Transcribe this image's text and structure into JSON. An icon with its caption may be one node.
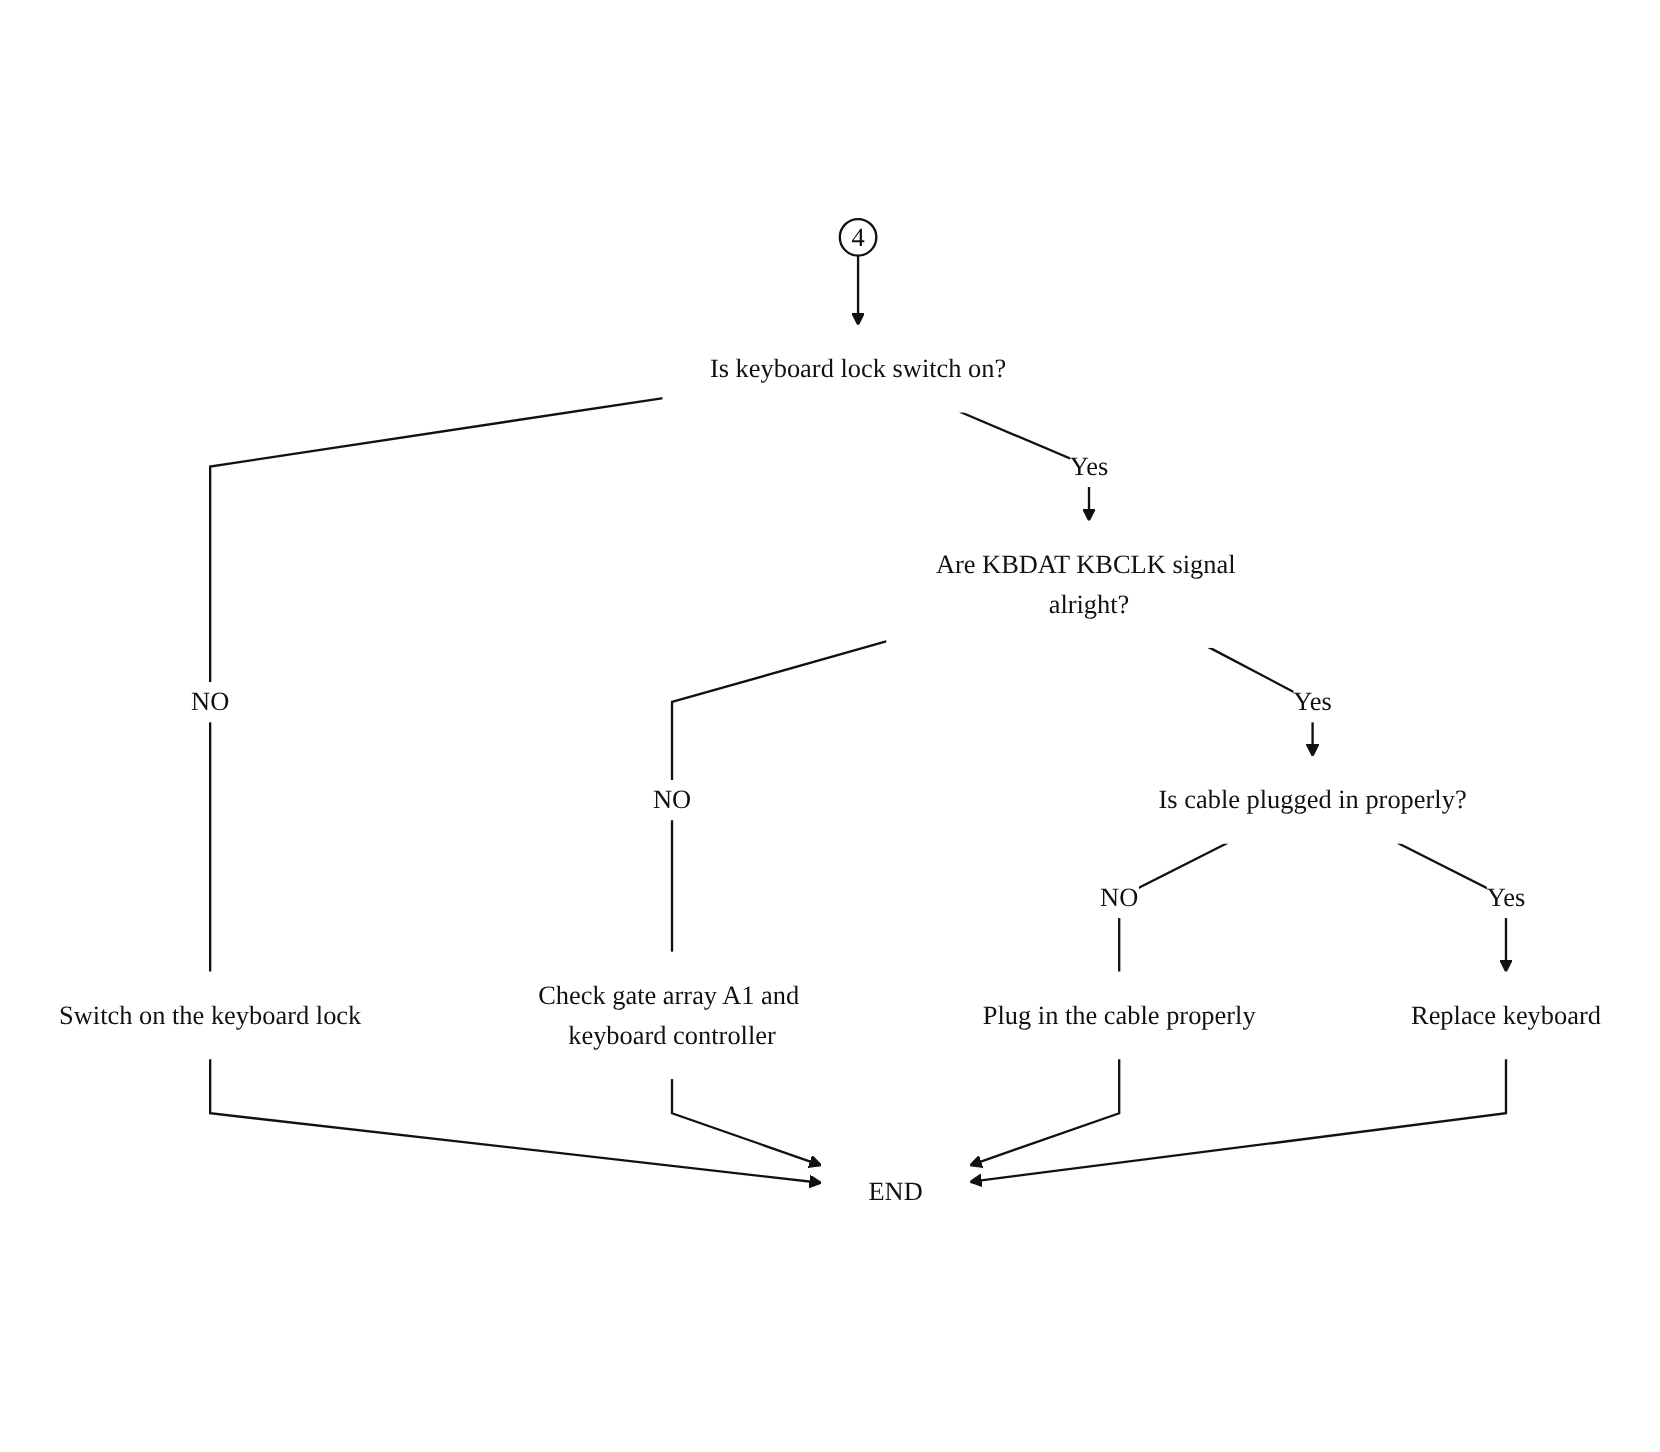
{
  "diagram": {
    "nodes": [
      {
        "text": [
          "4"
        ]
      },
      {
        "text": [
          "Is keyboard lock switch on?"
        ]
      },
      {
        "text": [
          "Switch on the keyboard lock"
        ]
      },
      {
        "text": [
          "Are KBDAT KBCLK signal alright?"
        ]
      },
      {
        "text": [
          "Check gate array A1 and keyboard controller"
        ]
      },
      {
        "text": [
          "Is cable plugged in properly?"
        ]
      },
      {
        "text": [
          "Plug in the cable properly"
        ]
      },
      {
        "text": [
          "Replace keyboard"
        ]
      },
      {
        "text": [
          "END"
        ]
      }
    ],
    "edges": [
      {
        "from": 0,
        "to": 1,
        "arrow": "to"
      },
      {
        "from": 1,
        "to": 2,
        "arrow": "none",
        "label": "NO"
      },
      {
        "from": 1,
        "to": 3,
        "arrow": "to",
        "label": "Yes"
      },
      {
        "from": 3,
        "to": 4,
        "arrow": "none",
        "label": "NO"
      },
      {
        "from": 3,
        "to": 5,
        "arrow": "to",
        "label": "Yes"
      },
      {
        "from": 5,
        "to": 6,
        "arrow": "none",
        "label": "NO"
      },
      {
        "from": 5,
        "to": 7,
        "arrow": "to",
        "label": "Yes"
      },
      {
        "from": 7,
        "to": 8,
        "arrow": "to"
      },
      {
        "from": 2,
        "to": 8,
        "arrow": "to"
      },
      {
        "from": 4,
        "to": 8,
        "arrow": "to"
      },
      {
        "from": 6,
        "to": 8,
        "arrow": "to"
      }
    ]
  }
}
